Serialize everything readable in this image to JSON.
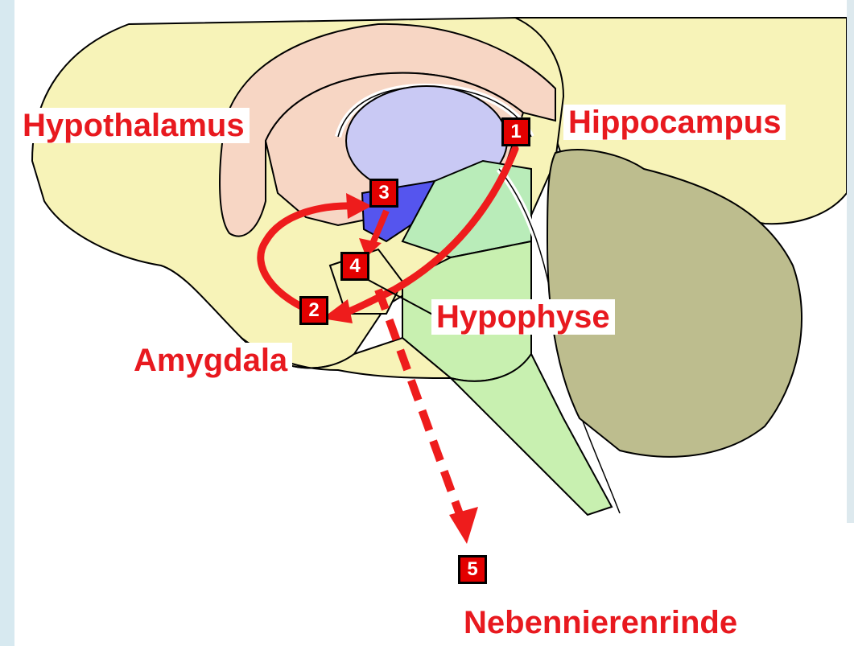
{
  "labels": {
    "hypothalamus": "Hypothalamus",
    "hippocampus": "Hippocampus",
    "amygdala": "Amygdala",
    "hypophyse": "Hypophyse",
    "nebennierenrinde": "Nebennierenrinde"
  },
  "markers": {
    "m1": "1",
    "m2": "2",
    "m3": "3",
    "m4": "4",
    "m5": "5"
  },
  "colors": {
    "label_red": "#e8191f",
    "arrow_red": "#ee1c1c",
    "marker_fill": "#e30000",
    "cortex": "#f7f3b8",
    "corpus_callosum": "#f7d6c4",
    "thalamus": "#c9c9f4",
    "hypothalamus_region": "#5555ee",
    "brainstem": "#b9ecb9",
    "cerebellum": "#bdbd8e",
    "frame_left": "#d7e9f0"
  }
}
